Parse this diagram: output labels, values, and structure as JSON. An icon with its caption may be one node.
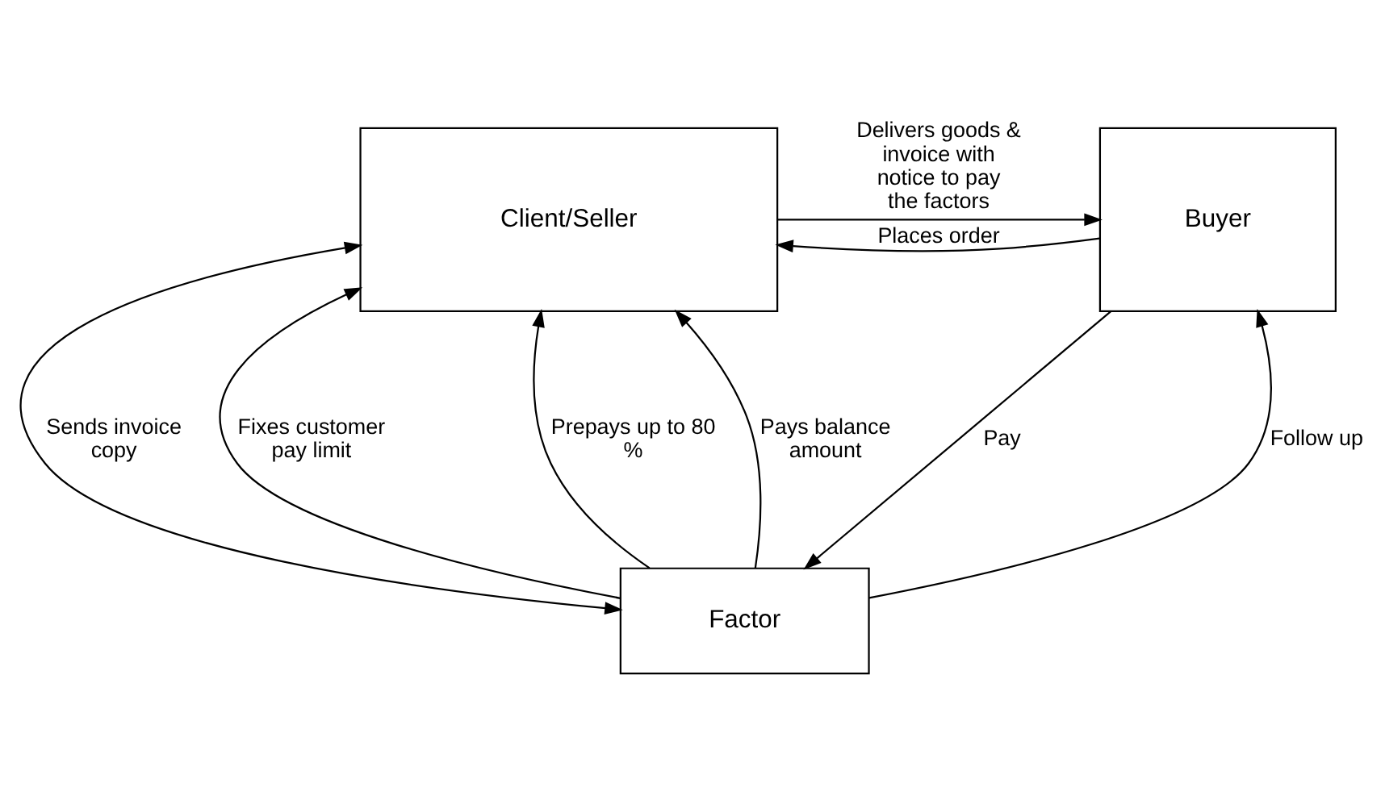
{
  "diagram": {
    "nodes": [
      {
        "text": [
          "Client/Seller"
        ]
      },
      {
        "text": [
          "Buyer"
        ]
      },
      {
        "text": [
          "Factor"
        ]
      }
    ],
    "edges": [
      {
        "from": 1,
        "to": 0,
        "arrow": "to",
        "label": "Places order"
      },
      {
        "from": 0,
        "to": 1,
        "arrow": "to",
        "label": "Delivers goods & invoice with notice to pay the factors"
      },
      {
        "from": 2,
        "to": 0,
        "arrow": "to",
        "label": "Fixes customer pay limit"
      },
      {
        "from": 0,
        "to": 2,
        "arrow": "both",
        "label": "Sends invoice copy"
      },
      {
        "from": 2,
        "to": 0,
        "arrow": "to",
        "label": "Prepays up to 80 %"
      },
      {
        "from": 2,
        "to": 0,
        "arrow": "to",
        "label": "Pays balance amount"
      },
      {
        "from": 2,
        "to": 1,
        "arrow": "to",
        "label": "Follow up"
      },
      {
        "from": 1,
        "to": 2,
        "arrow": "to",
        "label": "Pay"
      }
    ]
  }
}
